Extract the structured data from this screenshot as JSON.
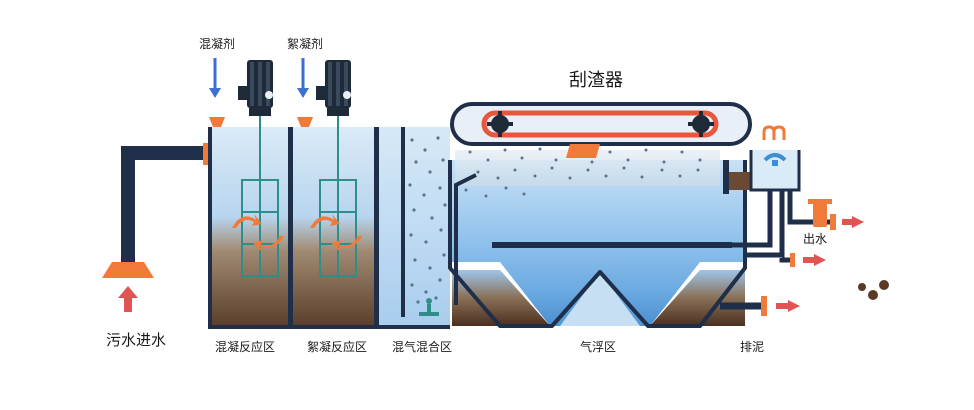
{
  "labels": {
    "coagulant": "混凝剂",
    "flocculant": "絮凝剂",
    "skimmer": "刮渣器",
    "inlet": "污水进水",
    "outlet": "出水",
    "sludge_discharge": "排泥",
    "zone_coagulation": "混凝反应区",
    "zone_flocculation": "絮凝反应区",
    "zone_aeration_mixing": "混气混合区",
    "zone_flotation": "气浮区"
  },
  "colors": {
    "pipe": "#1f2f4a",
    "arrow_blue": "#3b6fd1",
    "arrow_red": "#e05454",
    "orange": "#f07a3a",
    "water_top": "#cfe3f5",
    "water_mid": "#9cc6ec",
    "sludge": "#6b4a34",
    "frame": "#1f2f4a"
  }
}
